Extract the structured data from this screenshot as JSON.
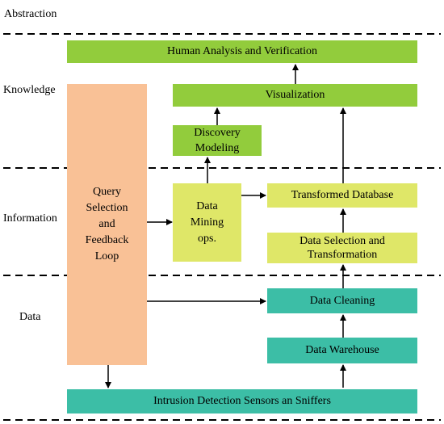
{
  "layers": {
    "abstraction": "Abstraction",
    "knowledge": "Knowledge",
    "information": "Information",
    "data": "Data"
  },
  "boxes": {
    "human_analysis": "Human Analysis and Verification",
    "visualization": "Visualization",
    "discovery_modeling": "Discovery\nModeling",
    "query_loop": "Query\nSelection\nand\nFeedback\nLoop",
    "data_mining": "Data\nMining\nops.",
    "transformed_db": "Transformed Database",
    "data_selection": "Data Selection and\nTransformation",
    "data_cleaning": "Data Cleaning",
    "data_warehouse": "Data Warehouse",
    "sensors": "Intrusion Detection Sensors an Sniffers"
  },
  "colors": {
    "knowledge_boxes": "#92cc3c",
    "information_boxes": "#dfe768",
    "data_boxes": "#3cbea6",
    "query_loop": "#f9c196"
  }
}
